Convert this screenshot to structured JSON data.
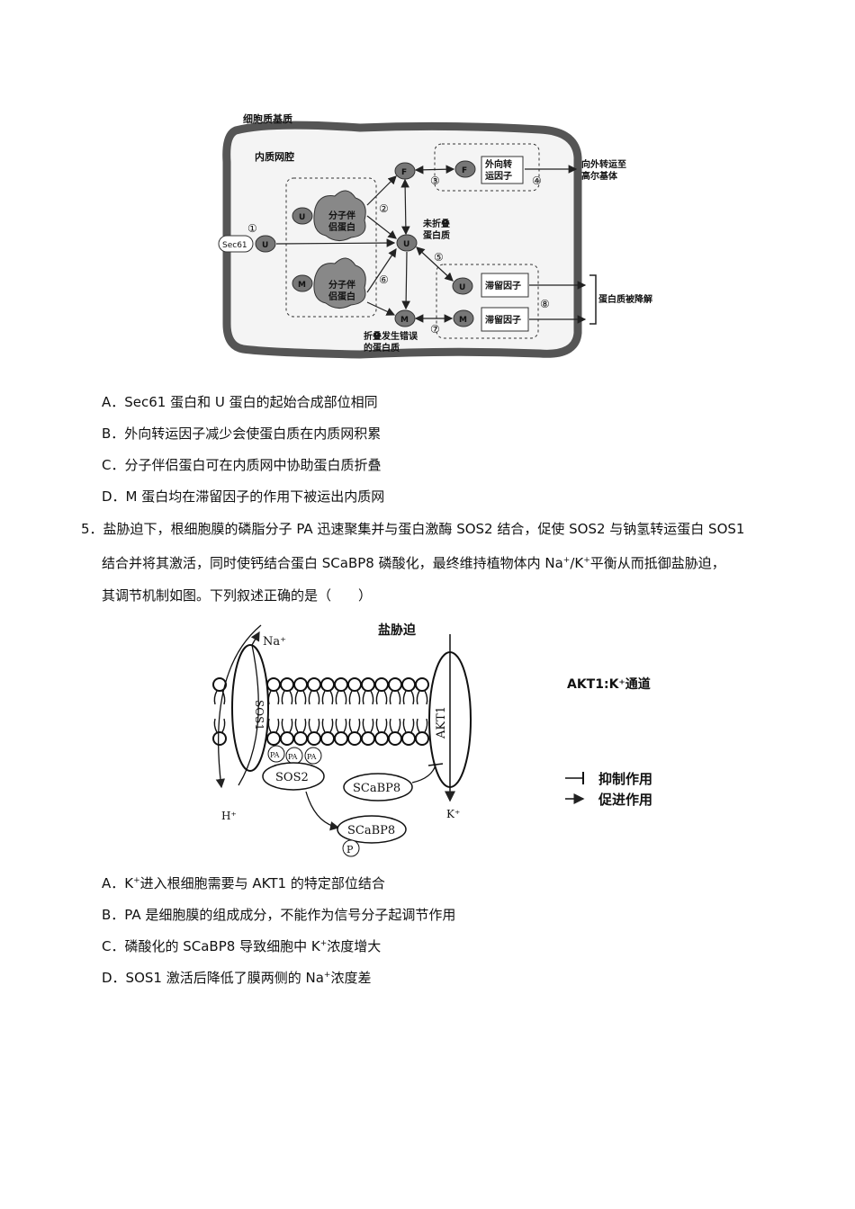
{
  "fig1": {
    "cytoplasm": "细胞质基质",
    "er_lumen": "内质网腔",
    "sec61": "Sec61",
    "u": "U",
    "f": "F",
    "m": "M",
    "chaperone_a": "分子伴",
    "chaperone_b": "侣蛋白",
    "export_factor_a": "外向转",
    "export_factor_b": "运因子",
    "to_golgi_a": "向外转运至",
    "to_golgi_b": "高尔基体",
    "unfolded_a": "未折叠",
    "unfolded_b": "蛋白质",
    "retention_factor": "滞留因子",
    "degraded": "蛋白质被降解",
    "misfolded_a": "折叠发生错误",
    "misfolded_b": "的蛋白质",
    "n1": "①",
    "n2": "②",
    "n3": "③",
    "n4": "④",
    "n5": "⑤",
    "n6": "⑥",
    "n7": "⑦",
    "n8": "⑧"
  },
  "q4_options": {
    "a": "A．Sec61 蛋白和 U 蛋白的起始合成部位相同",
    "b": "B．外向转运因子减少会使蛋白质在内质网积累",
    "c": "C．分子伴侣蛋白可在内质网中协助蛋白质折叠",
    "d": "D．M 蛋白均在滞留因子的作用下被运出内质网"
  },
  "q5": {
    "l1": "5．盐胁迫下，根细胞膜的磷脂分子 PA 迅速聚集并与蛋白激酶 SOS2 结合，促使 SOS2 与钠氢转运蛋白 SOS1",
    "l2_a": "结合并将其激活，同时使钙结合蛋白 SCaBP8 磷酸化，最终维持植物体内 Na",
    "l2_sup1": "+",
    "l2_b": "/K",
    "l2_sup2": "+",
    "l2_c": "平衡从而抵御盐胁迫，",
    "l3": "其调节机制如图。下列叙述正确的是（　　）"
  },
  "fig2": {
    "title": "盐胁迫",
    "na": "Na⁺",
    "h": "H⁺",
    "k": "K⁺",
    "sos1": "SOS1",
    "akt1": "AKT1",
    "sos2": "SOS2",
    "pa": "PA",
    "scabp8": "SCaBP8",
    "p": "P",
    "legend_akt": "AKT1:K⁺通道",
    "legend_inhibit": "抑制作用",
    "legend_promote": "促进作用"
  },
  "q5_options": {
    "a_pre": "A．K",
    "a_sup": "+",
    "a_post": "进入根细胞需要与 AKT1 的特定部位结合",
    "b": "B．PA 是细胞膜的组成成分，不能作为信号分子起调节作用",
    "c_pre": "C．磷酸化的 SCaBP8 导致细胞中 K",
    "c_sup": "+",
    "c_post": "浓度增大",
    "d_pre": "D．SOS1 激活后降低了膜两侧的 Na",
    "d_sup": "+",
    "d_post": "浓度差"
  }
}
